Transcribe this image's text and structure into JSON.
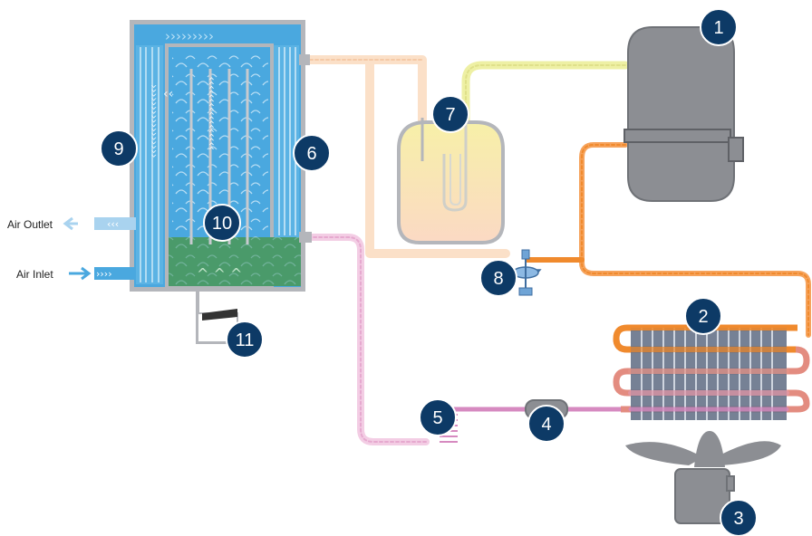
{
  "labels": {
    "air_outlet": "Air Outlet",
    "air_inlet": "Air Inlet"
  },
  "components": [
    {
      "number": "1",
      "icon": "compressor-tank-icon"
    },
    {
      "number": "2",
      "icon": "condenser-coil-icon"
    },
    {
      "number": "3",
      "icon": "fan-motor-icon"
    },
    {
      "number": "4",
      "icon": "filter-drier-icon"
    },
    {
      "number": "5",
      "icon": "capillary-expansion-icon"
    },
    {
      "number": "6",
      "icon": "evaporator-icon"
    },
    {
      "number": "7",
      "icon": "separator-vessel-icon"
    },
    {
      "number": "8",
      "icon": "hot-gas-bypass-valve-icon"
    },
    {
      "number": "9",
      "icon": "air-to-air-exchanger-icon"
    },
    {
      "number": "10",
      "icon": "water-separator-icon"
    },
    {
      "number": "11",
      "icon": "condensate-drain-icon"
    }
  ],
  "colors": {
    "badge": "#0d3a66",
    "air_blue": "#4aa8df",
    "air_light": "#a9d3ef",
    "evap_blue": "#6fbde8",
    "separator_green": "#4a9a6a",
    "frame_gray": "#b4b6bb",
    "equipment_gray": "#8c8e93",
    "hot_orange": "#f08a2d",
    "warm_peach": "#f9d9bc",
    "liquid_pink": "#d68ac0",
    "light_pink": "#f0c5e0",
    "yellow_line": "#eef0a4",
    "vessel_fill": "#f8e9b0"
  }
}
